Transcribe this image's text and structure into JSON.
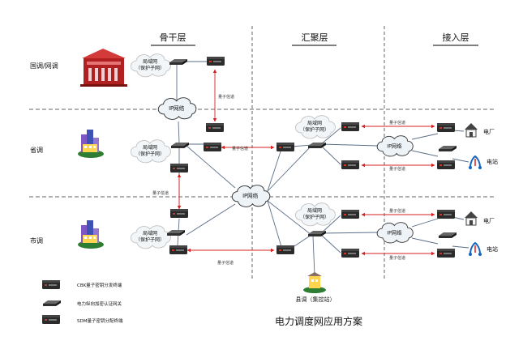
{
  "diagram": {
    "title": "电力调度网应用方案",
    "tiers": {
      "core": "骨干层",
      "aggregation": "汇聚层",
      "access": "接入层"
    },
    "levels": {
      "national": "国调/网调",
      "provincial": "省调",
      "municipal": "市调",
      "county": "县调（集控站）"
    },
    "clouds": {
      "lan_protect": "局域网",
      "lan_protect_sub": "（保护子网）",
      "ip_network": "IP网络"
    },
    "links": {
      "quantum_channel": "量子信道"
    },
    "sites": {
      "power_plant": "电厂",
      "substation": "电站"
    },
    "legend": {
      "cbk": "CBK量子密钥分发终端",
      "gateway": "电力纵向加密认证网关",
      "sdm": "SDM量子密钥分配终端"
    },
    "colors": {
      "device": "#2b2b2b",
      "device_led": "#c0392b",
      "link": "#5b6e88",
      "quantum": "#d62020",
      "building_red": "#b02020",
      "cloud_fill": "#f3f6f8",
      "cloud_stroke": "#333333",
      "divider": "#666666"
    }
  }
}
